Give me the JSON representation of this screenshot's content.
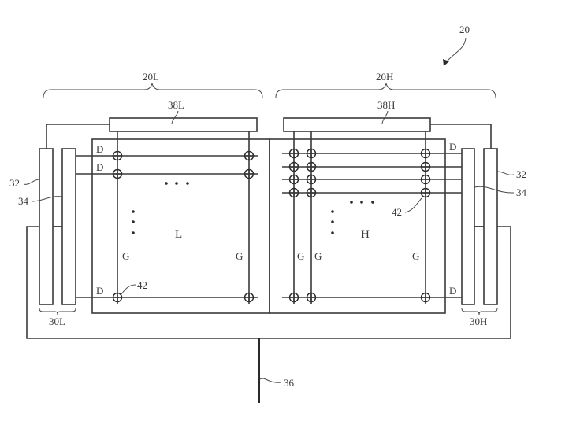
{
  "figure": {
    "ref_main": "20",
    "panels": {
      "low": {
        "brace_label": "20L",
        "driver_label": "38L",
        "region_label": "L",
        "driver_group_label": "30L"
      },
      "high": {
        "brace_label": "20H",
        "driver_label": "38H",
        "region_label": "H",
        "driver_group_label": "30H"
      }
    },
    "ref_labels": {
      "bar_outer_left": "32",
      "bar_inner_left": "34",
      "bar_outer_right": "32",
      "bar_inner_right": "34",
      "common_line": "36",
      "tft_left": "42",
      "tft_right": "42"
    },
    "line_labels": {
      "data": "D",
      "gate": "G"
    },
    "ellipsis": "• • •"
  }
}
